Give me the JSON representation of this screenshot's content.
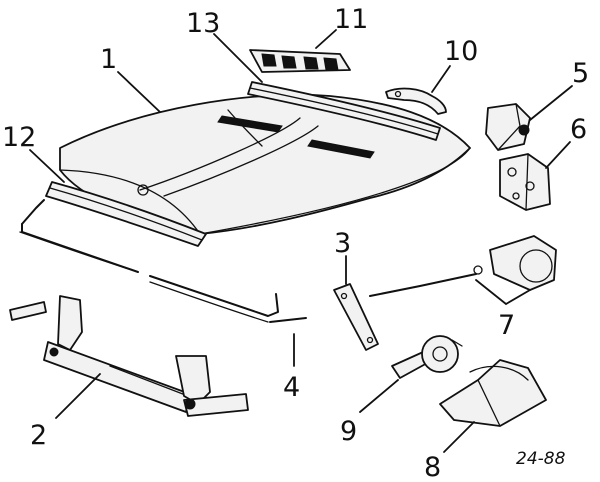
{
  "diagram": {
    "figure_code": "24-88",
    "callouts": [
      {
        "id": "c1",
        "label": "1"
      },
      {
        "id": "c2",
        "label": "2"
      },
      {
        "id": "c3",
        "label": "3"
      },
      {
        "id": "c4",
        "label": "4"
      },
      {
        "id": "c5",
        "label": "5"
      },
      {
        "id": "c6",
        "label": "6"
      },
      {
        "id": "c7",
        "label": "7"
      },
      {
        "id": "c8",
        "label": "8"
      },
      {
        "id": "c9",
        "label": "9"
      },
      {
        "id": "c10",
        "label": "10"
      },
      {
        "id": "c11",
        "label": "11"
      },
      {
        "id": "c12",
        "label": "12"
      },
      {
        "id": "c13",
        "label": "13"
      }
    ]
  }
}
